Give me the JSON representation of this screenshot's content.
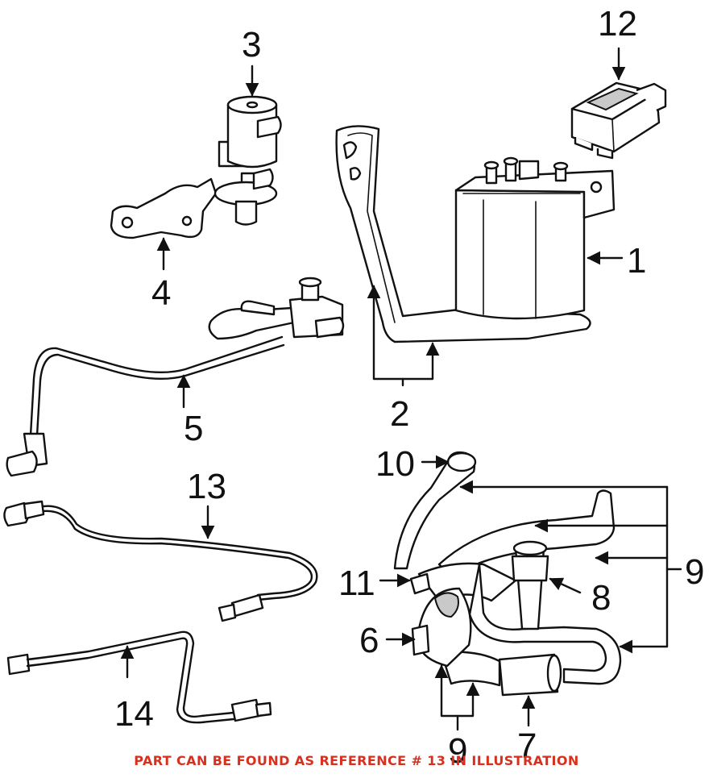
{
  "callouts": {
    "c1": "1",
    "c2": "2",
    "c3": "3",
    "c4": "4",
    "c5": "5",
    "c6": "6",
    "c7": "7",
    "c8": "8",
    "c9a": "9",
    "c9b": "9",
    "c10": "10",
    "c11": "11",
    "c12": "12",
    "c13": "13",
    "c14": "14"
  },
  "footer_note": "PART CAN BE FOUND AS REFERENCE # 13 IN ILLUSTRATION",
  "colors": {
    "line": "#111111",
    "note": "#d6301f",
    "background": "#ffffff"
  }
}
